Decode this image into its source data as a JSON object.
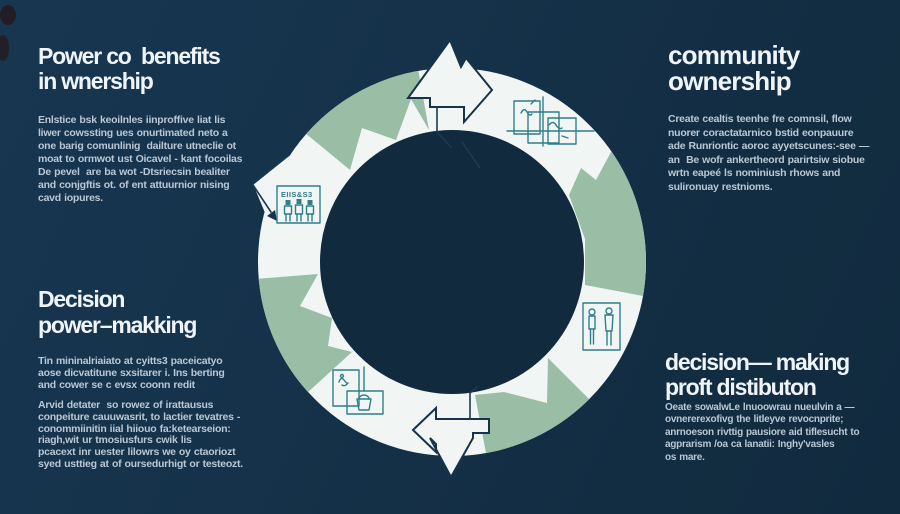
{
  "palette": {
    "background": "#15324a",
    "inner_circle": "#112a3e",
    "ring_white": "#f1f6f5",
    "accent_green": "#9abda6",
    "icon_teal": "#2e7f8a",
    "heading_text": "#eef4f8",
    "body_text": "#b9c7d4",
    "outline_dark": "#17334a"
  },
  "sections": {
    "top_left": {
      "heading": "Power co  benefits\nin wnership",
      "body": "Enlstice bsk keoilnles iinproffive liat lis\nliwer cowssting ues onurtimated neto a\none barig comunlinig  dailture utneclie ot\nmoat to ormwot ust Oicavel - kant focoilas\nDe pevel  are ba wot -Dtsriecsin bealiter\nand conjgftis ot. of ent attuurnior nising\ncavd iopures."
    },
    "top_right": {
      "heading": "community\nownership",
      "body": "Create cealtis teenhe fre comnsil, flow\nnuorer coractatarnico bstid eonpauure\nade Runriontic aoroc ayyetscunes:-see —\nan  Be wofr ankertheord parirtsiw siobue\nwrtn eapeé ls nominiush rhows and\nsulironuay restnioms."
    },
    "bottom_left": {
      "heading": "Decision\npower–makking",
      "body1": "Tin mininalriaiato at cyitts3 paceicatyo\naose dicvatitune sxsitarer i. Ins berting\nand cower se c evsx coonn redit",
      "body2": "Arvid detater  so rowez of irattausus\nconpeiture cauuwasrit, to lactier tevatres -\nconommiinitin iial hiiouo fa:ketearseion:\nriagh,wit ur tmosiusfurs cwik lis\npcacext inr uester lilowrs we oy ctaoriozt\nsyed usttieg at of oursedurhigt or testeozt."
    },
    "bottom_right": {
      "heading": "decision— making\nproft distibuton",
      "body": "Oeate sowalwLe lnuoowrau nueulvin a —\novnererexofivg the litleyve revocnprite;\nanrnoeson rivttig pausiore aid tiflesucht to\nagprarism /oa ca lanatii: Inghy'vasles\nos mare."
    }
  },
  "diagram": {
    "badge_label": "EIIS&S3",
    "icons": [
      "up-right-arrow-icon",
      "map-grid-icon",
      "people-pair-icon",
      "document-bucket-icon",
      "people-group-badge-icon",
      "down-left-arrow-icon"
    ]
  }
}
